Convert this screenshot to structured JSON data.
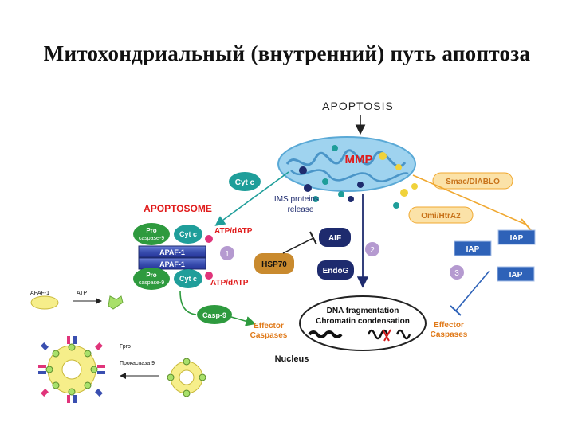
{
  "title": "Митохондриальный  (внутренний) путь  апоптоза",
  "diagram": {
    "apoptosis_label": "APOPTOSIS",
    "mmp_label": "MMP",
    "cytc_label": "Cyt c",
    "ims_label_line1": "IMS proteins",
    "ims_label_line2": "release",
    "smac_label": "Smac/DIABLO",
    "omi_label": "Omi/HtrA2",
    "apoptosome_label": "APOPTOSOME",
    "pro_caspase_top_line1": "Pro",
    "pro_caspase_top_line2": "caspase-9",
    "pro_caspase_bottom_line1": "Pro",
    "pro_caspase_bottom_line2": "caspase-9",
    "cytc_top": "Cyt c",
    "cytc_bottom": "Cyt c",
    "apaf1_a": "APAF-1",
    "apaf1_b": "APAF-1",
    "atp_top": "ATP/dATP",
    "atp_bottom": "ATP/dATP",
    "num1": "1",
    "num2": "2",
    "num3": "3",
    "hsp70_label": "HSP70",
    "aif_label": "AIF",
    "endog_label": "EndoG",
    "iap1": "IAP",
    "iap2": "IAP",
    "iap3": "IAP",
    "casp9_label": "Casp-9",
    "effector_left_line1": "Effector",
    "effector_left_line2": "Caspases",
    "effector_right_line1": "Effector",
    "effector_right_line2": "Caspases",
    "dna_frag_label": "DNA fragmentation",
    "chromatin_label": "Chromatin condensation",
    "nucleus_label": "Nucleus",
    "inset_apaf1": "APAF-1",
    "inset_atp": "ATP",
    "inset_pro": "Гpro",
    "inset_prokaspaza": "Прокаспаза 9"
  },
  "colors": {
    "title": "#111111",
    "cytc_teal": "#1f9e9a",
    "apoptosome_red": "#e01b1b",
    "green_caspase": "#2e9a3e",
    "navy": "#1e2b6e",
    "iap_blue": "#2e62b8",
    "smac_orange": "#f0a830",
    "effector_orange": "#e07a1a",
    "purple_circle": "#b59ad0",
    "mito_blue": "#7cc1e6"
  }
}
